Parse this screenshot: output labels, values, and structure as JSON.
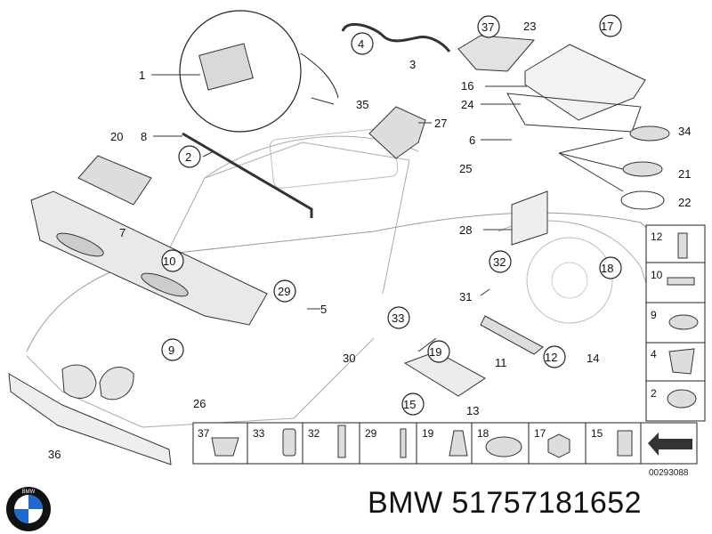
{
  "callouts": {
    "n1": "1",
    "n2": "2",
    "n3": "3",
    "n4": "4",
    "n5": "5",
    "n6": "6",
    "n7": "7",
    "n8": "8",
    "n9": "9",
    "n10": "10",
    "n11": "11",
    "n12": "12",
    "n13": "13",
    "n14": "14",
    "n15": "15",
    "n16": "16",
    "n17": "17",
    "n18": "18",
    "n19": "19",
    "n20": "20",
    "n21": "21",
    "n22": "22",
    "n23": "23",
    "n24": "24",
    "n25": "25",
    "n26": "26",
    "n27": "27",
    "n28": "28",
    "n29": "29",
    "n30": "30",
    "n31": "31",
    "n32": "32",
    "n33": "33",
    "n34": "34",
    "n35": "35",
    "n36": "36",
    "n37": "37"
  },
  "side_legend": [
    "12",
    "10",
    "9",
    "4",
    "2"
  ],
  "bottom_legend": [
    "37",
    "33",
    "32",
    "29",
    "19",
    "18",
    "17",
    "15"
  ],
  "diagram_code": "00293088",
  "brand": "BMW",
  "part_number": "51757181652",
  "logo_letters": "BMW",
  "colors": {
    "line": "#222222",
    "fill_light": "#eeeeee",
    "fill_mid": "#cfcfcf",
    "logo_blue": "#1c69d4"
  }
}
